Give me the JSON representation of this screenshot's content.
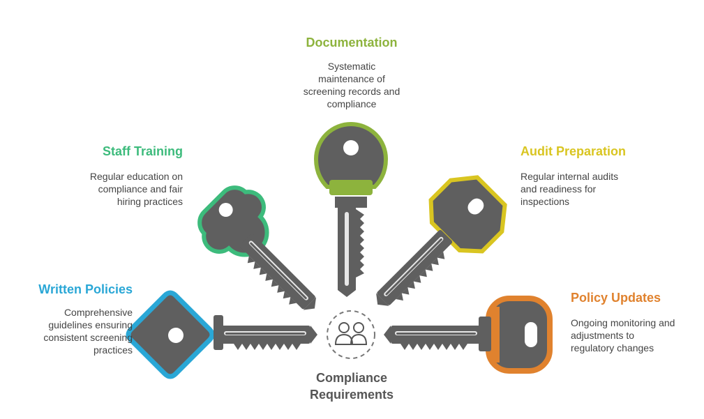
{
  "center": {
    "label": "Compliance\nRequirements",
    "icon": "users-icon"
  },
  "items": [
    {
      "title": "Documentation",
      "description": "Systematic\nmaintenance of\nscreening records and\ncompliance",
      "color": "#8DB33D",
      "icon": "key-icon"
    },
    {
      "title": "Staff Training",
      "description": "Regular education on\ncompliance and fair\nhiring practices",
      "color": "#3DBB7C",
      "icon": "key-icon"
    },
    {
      "title": "Audit Preparation",
      "description": "Regular internal audits\nand readiness for\ninspections",
      "color": "#D9C521",
      "icon": "key-icon"
    },
    {
      "title": "Written Policies",
      "description": "Comprehensive\nguidelines ensuring\nconsistent screening\npractices",
      "color": "#2AA7D6",
      "icon": "key-icon"
    },
    {
      "title": "Policy Updates",
      "description": "Ongoing monitoring and\nadjustments to\nregulatory changes",
      "color": "#E0822E",
      "icon": "key-icon"
    }
  ],
  "colors": {
    "key_body": "#5F5F5F",
    "key_dark": "#4A4A4A",
    "text": "#444444",
    "center_text": "#555555"
  }
}
